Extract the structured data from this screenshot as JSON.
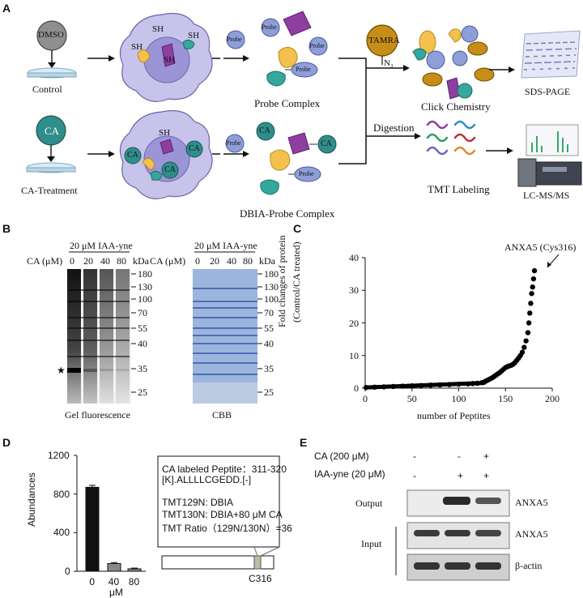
{
  "panel_a": {
    "letter": "A",
    "dmso": "DMSO",
    "control": "Control",
    "ca": "CA",
    "ca_treatment": "CA-Treatment",
    "sh": "SH",
    "probe": "Probe",
    "tamra": "TAMRA",
    "n3": "N₃",
    "probe_complex": "Probe Complex",
    "dbia_probe_complex": "DBIA-Probe Complex",
    "click_chemistry": "Click Chemistry",
    "sds_page": "SDS-PAGE",
    "digestion": "Digestion",
    "tmt_labeling": "TMT Labeling",
    "lcmsms": "LC-MS/MS"
  },
  "panel_b": {
    "letter": "B",
    "gel1_header": "20 μM IAA-yne",
    "gel2_header": "20 μM IAA-yne",
    "ca_label": "CA (μM)",
    "lanes": [
      "0",
      "20",
      "40",
      "80"
    ],
    "kda": "kDa",
    "markers": [
      "180",
      "130",
      "100",
      "70",
      "55",
      "40",
      "35",
      "25"
    ],
    "gel1_caption": "Gel fluorescence",
    "gel2_caption": "CBB",
    "star": "★"
  },
  "panel_c": {
    "letter": "C",
    "annotation": "ANXA5 (Cys316)",
    "ylabel_line1": "Fold changes of protein",
    "ylabel_line2": "(Control/CA treated)",
    "xlabel": "number of Peptites",
    "yticks": [
      "0",
      "10",
      "20",
      "30",
      "40"
    ],
    "xticks": [
      "0",
      "50",
      "100",
      "150",
      "200"
    ]
  },
  "panel_d": {
    "letter": "D",
    "ylabel": "Abundances",
    "yticks": [
      "0",
      "400",
      "800",
      "1200"
    ],
    "xticks": [
      "0",
      "40",
      "80"
    ],
    "xunit": "μM",
    "box_lines": [
      "CA labeled Peptite：311-320",
      "[K].ALLLLCGEDD.[-]",
      "",
      "TMT129N: DBIA",
      "TMT130N: DBIA+80 μM CA",
      "TMT Ratio（129N/130N）=36"
    ],
    "site": "C316"
  },
  "panel_e": {
    "letter": "E",
    "row1_label": "CA (200 μM)",
    "row1_values": [
      "-",
      "-",
      "+"
    ],
    "row2_label": "IAA-yne (20 μM)",
    "row2_values": [
      "-",
      "+",
      "+"
    ],
    "output": "Output",
    "input": "Input",
    "band1": "ANXA5",
    "band2": "ANXA5",
    "band3": "β-actin"
  },
  "chart_data": [
    {
      "type": "scatter",
      "xlabel": "number of Peptites",
      "ylabel": "Fold changes of protein (Control/CA treated)",
      "xlim": [
        0,
        200
      ],
      "ylim": [
        0,
        40
      ],
      "annotation": "ANXA5 (Cys316)",
      "points": [
        [
          1,
          0.2
        ],
        [
          10,
          0.3
        ],
        [
          20,
          0.4
        ],
        [
          30,
          0.5
        ],
        [
          40,
          0.6
        ],
        [
          50,
          0.7
        ],
        [
          60,
          0.8
        ],
        [
          70,
          0.9
        ],
        [
          80,
          1.0
        ],
        [
          90,
          1.1
        ],
        [
          100,
          1.2
        ],
        [
          110,
          1.3
        ],
        [
          115,
          1.4
        ],
        [
          120,
          1.5
        ],
        [
          125,
          1.7
        ],
        [
          128,
          2.0
        ],
        [
          130,
          2.3
        ],
        [
          132,
          2.6
        ],
        [
          134,
          2.9
        ],
        [
          136,
          3.2
        ],
        [
          138,
          3.6
        ],
        [
          140,
          4.0
        ],
        [
          142,
          4.4
        ],
        [
          144,
          4.8
        ],
        [
          146,
          5.3
        ],
        [
          148,
          5.8
        ],
        [
          150,
          6.3
        ],
        [
          152,
          6.6
        ],
        [
          154,
          6.8
        ],
        [
          156,
          7.0
        ],
        [
          158,
          7.3
        ],
        [
          160,
          7.8
        ],
        [
          162,
          8.5
        ],
        [
          164,
          9.2
        ],
        [
          166,
          10.0
        ],
        [
          168,
          11.0
        ],
        [
          170,
          12.5
        ],
        [
          172,
          14.5
        ],
        [
          174,
          17.0
        ],
        [
          175,
          20.0
        ],
        [
          176,
          23.0
        ],
        [
          177,
          26.0
        ],
        [
          178,
          29.0
        ],
        [
          179,
          31.0
        ],
        [
          180,
          33.5
        ],
        [
          181,
          36.0
        ]
      ]
    },
    {
      "type": "bar",
      "categories": [
        "0",
        "40",
        "80"
      ],
      "values": [
        870,
        80,
        25
      ],
      "errors": [
        20,
        10,
        8
      ],
      "ylabel": "Abundances",
      "ylim": [
        0,
        1200
      ]
    }
  ]
}
